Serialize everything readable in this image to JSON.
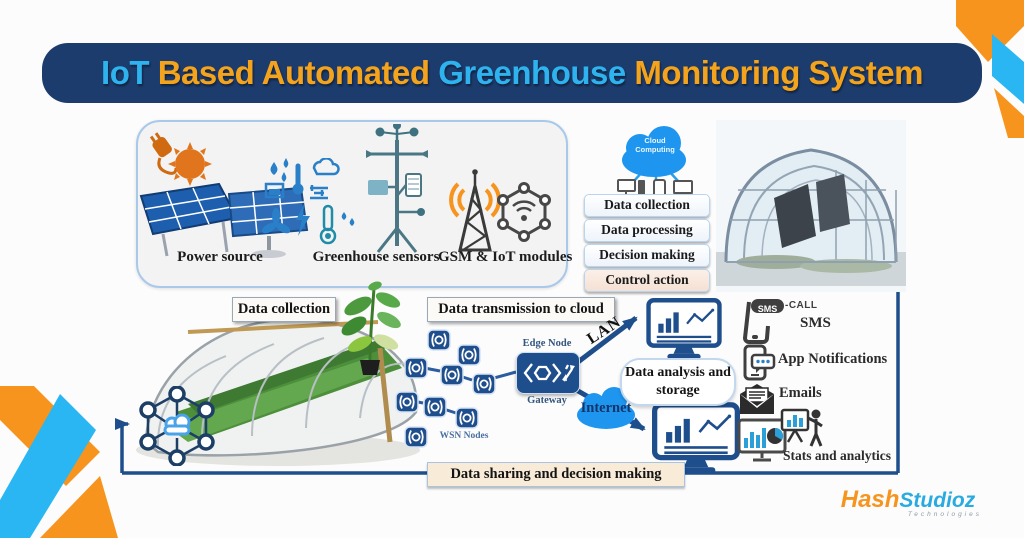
{
  "banner": {
    "segments": [
      {
        "text": "IoT ",
        "color": "#2fb3ee"
      },
      {
        "text": "Based Automated ",
        "color": "#f3a31c"
      },
      {
        "text": "Greenhouse ",
        "color": "#2fb3ee"
      },
      {
        "text": "Monitoring System",
        "color": "#f3a31c"
      }
    ]
  },
  "top_panel": {
    "power": "Power source",
    "sensors": "Greenhouse sensors",
    "gsm": "GSM & IoT modules"
  },
  "cloud": {
    "label": "Cloud Computing"
  },
  "pipeline": [
    "Data collection",
    "Data processing",
    "Decision making",
    "Control action"
  ],
  "flow": {
    "data_collection": "Data collection",
    "data_transmission": "Data transmission to cloud",
    "edge_node": "Edge Node",
    "gateway": "Gateway",
    "wsn_nodes": "WSN Nodes",
    "lan": "LAN",
    "internet": "Internet",
    "data_analysis": "Data analysis and storage",
    "data_sharing": "Data sharing and decision making"
  },
  "outputs": {
    "sms_bubble": "SMS",
    "call_label": "-CALL",
    "items": [
      "SMS",
      "App Notifications",
      "Emails",
      "Stats and analytics"
    ]
  },
  "logo": {
    "part1": "Hash",
    "part2": "Studioz",
    "tagline": "Technologies"
  },
  "colors": {
    "banner_bg": "#1d3c6e",
    "orange": "#f3a31c",
    "light_blue": "#2fb3ee",
    "navy": "#1f4e8c",
    "cloud_blue": "#1e96f0",
    "cream": "#f8ecd9"
  }
}
